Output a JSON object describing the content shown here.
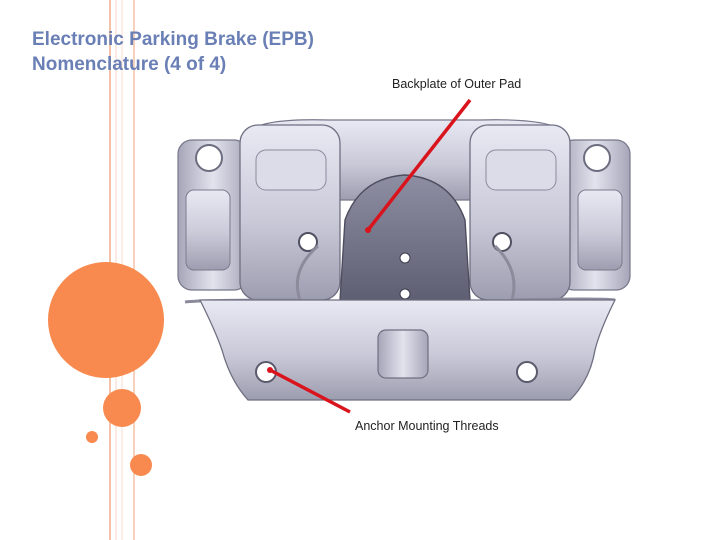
{
  "slide": {
    "title_line1": "Electronic Parking Brake (EPB)",
    "title_line2": "Nomenclature (4 of 4)",
    "callouts": {
      "backplate": "Backplate of Outer Pad",
      "anchor": "Anchor Mounting Threads"
    },
    "colors": {
      "title": "#6a7fb5",
      "accent_orange": "#f98a4f",
      "arrow_red": "#d9141c",
      "decor_line": "#f3c2a8"
    },
    "image_icon": "brake-caliper-image"
  }
}
